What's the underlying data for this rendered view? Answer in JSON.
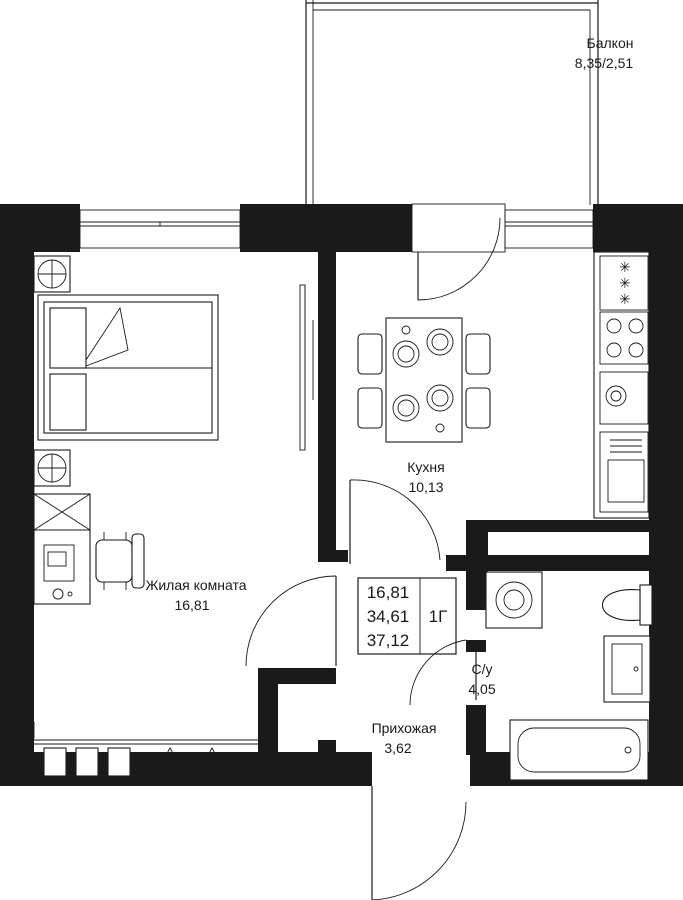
{
  "rooms": {
    "balcony": {
      "name": "Балкон",
      "area": "8,35/2,51"
    },
    "kitchen": {
      "name": "Кухня",
      "area": "10,13"
    },
    "living": {
      "name": "Жилая комната",
      "area": "16,81"
    },
    "hallway": {
      "name": "Прихожая",
      "area": "3,62"
    },
    "bathroom": {
      "name": "С/у",
      "area": "4,05"
    }
  },
  "summary": {
    "living_area": "16,81",
    "total_area": "34,61",
    "total_area_with_balcony": "37,12",
    "type": "1Г"
  },
  "colors": {
    "wall": "#1a1a1a",
    "line": "#1a1a1a",
    "background": "#ffffff"
  },
  "icons": {
    "stove": "hob-icon",
    "washer": "washing-machine-icon",
    "toilet": "toilet-icon",
    "bath": "bathtub-icon"
  }
}
